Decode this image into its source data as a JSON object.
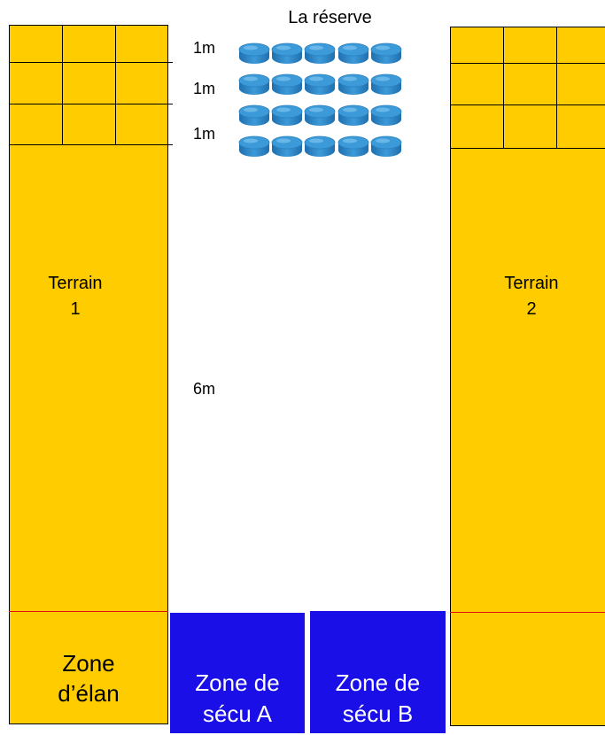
{
  "title": "La réserve",
  "distances": {
    "d1": "1m",
    "d2": "1m",
    "d3": "1m",
    "d4": "6m"
  },
  "fields": [
    {
      "line1": "Terrain",
      "line2": "1"
    },
    {
      "line1": "Terrain",
      "line2": "2"
    }
  ],
  "zones": {
    "elan": {
      "line1": "Zone",
      "line2": "d’élan"
    },
    "secu_a": {
      "line1": "Zone de",
      "line2": "sécu A"
    },
    "secu_b": {
      "line1": "Zone de",
      "line2": "sécu B"
    }
  },
  "colors": {
    "field": "#ffcc00",
    "zone": "#1a0fe6",
    "puck": "#3d9ad8",
    "boundary": "#e01010"
  },
  "reserve": {
    "rows": 4,
    "per_row": 5,
    "icon": "blue-puck-icon"
  }
}
